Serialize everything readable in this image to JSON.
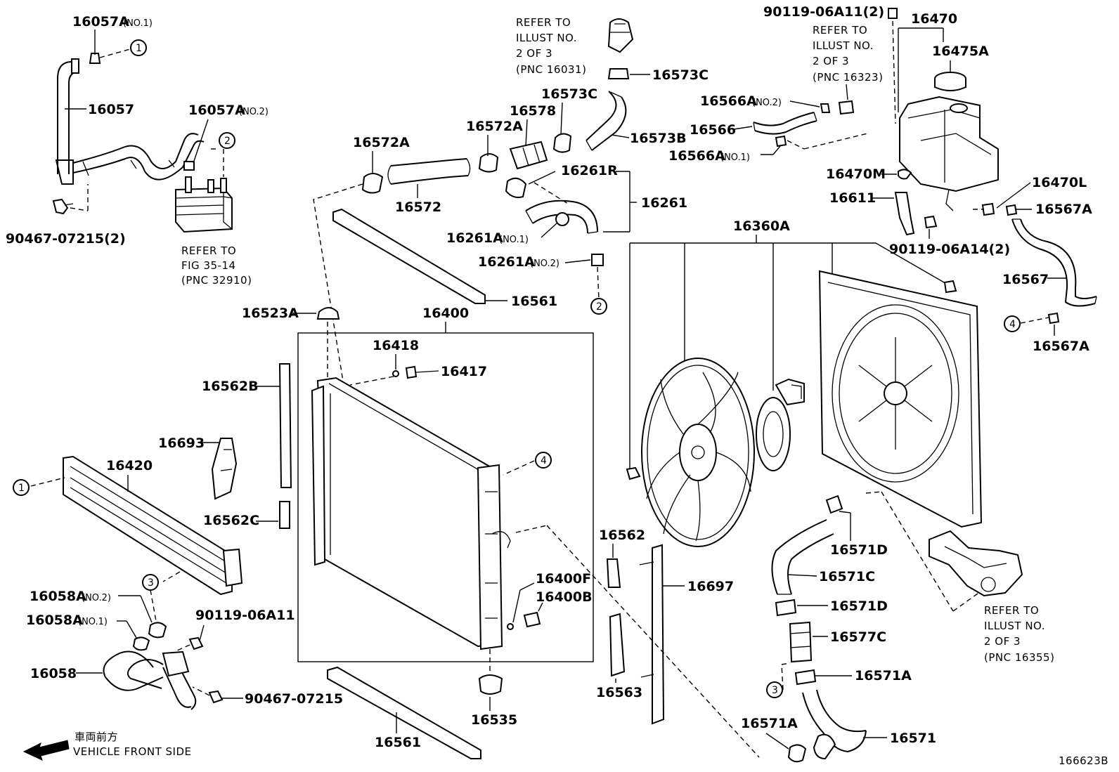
{
  "labels": {
    "p16057A_1": "16057A",
    "p16057A_1_note": "(NO.1)",
    "p16057": "16057",
    "p16057A_2": "16057A",
    "p16057A_2_note": "(NO.2)",
    "p90467_2": "90467-07215(2)",
    "p16572A_l": "16572A",
    "p16572": "16572",
    "p16572A_r": "16572A",
    "p16578": "16578",
    "p16573C_m": "16573C",
    "p16573C_t": "16573C",
    "p16573B": "16573B",
    "p16261R": "16261R",
    "p16261": "16261",
    "p16261A_1": "16261A",
    "p16261A_1_note": "(NO.1)",
    "p16261A_2": "16261A",
    "p16261A_2_note": "(NO.2)",
    "p16561_t": "16561",
    "p16523A": "16523A",
    "p16400": "16400",
    "p16418": "16418",
    "p16417": "16417",
    "p16562B": "16562B",
    "p16693": "16693",
    "p16420": "16420",
    "p16562C": "16562C",
    "p16058A_2": "16058A",
    "p16058A_2_note": "(NO.2)",
    "p16058A_1": "16058A",
    "p16058A_1_note": "(NO.1)",
    "p90119_06A11": "90119-06A11",
    "p16058": "16058",
    "p90467": "90467-07215",
    "p16400F": "16400F",
    "p16400B": "16400B",
    "p16535": "16535",
    "p16561_b": "16561",
    "p16562": "16562",
    "p16563": "16563",
    "p16697": "16697",
    "p16360A": "16360A",
    "p16566A_2": "16566A",
    "p16566A_2_note": "(NO.2)",
    "p16566": "16566",
    "p16566A_1": "16566A",
    "p16566A_1_note": "(NO.1)",
    "p90119_06A11_2": "90119-06A11(2)",
    "p16470": "16470",
    "p16475A": "16475A",
    "p16470M": "16470M",
    "p16611": "16611",
    "p16470L": "16470L",
    "p16567A_t": "16567A",
    "p90119_06A14": "90119-06A14(2)",
    "p16567": "16567",
    "p16567A_b": "16567A",
    "p16571D_t": "16571D",
    "p16571C": "16571C",
    "p16571D_b": "16571D",
    "p16577C": "16577C",
    "p16571A_r": "16571A",
    "p16571A_l": "16571A",
    "p16571": "16571",
    "diagram_id": "166623B",
    "front_jp": "車両前方",
    "front_en": "VEHICLE FRONT SIDE"
  },
  "refer_notes": {
    "thermostat": [
      "REFER TO",
      "ILLUST NO.",
      "2 OF 3",
      "(PNC 16031)"
    ],
    "reservoir": [
      "REFER TO",
      "ILLUST NO.",
      "2 OF 3",
      "(PNC 16323)"
    ],
    "oil_cooler": [
      "REFER TO",
      "FIG 35-14",
      "(PNC 32910)"
    ],
    "inlet": [
      "REFER TO",
      "ILLUST NO.",
      "2 OF 3",
      "(PNC 16355)"
    ]
  },
  "connection_markers": [
    "1",
    "2",
    "3",
    "4"
  ],
  "icons": [
    "hose-icon",
    "radiator-icon",
    "fan-blade-icon",
    "fan-motor-icon",
    "fan-shroud-icon",
    "reservoir-tank-icon",
    "clamp-icon",
    "bolt-icon",
    "oil-cooler-icon",
    "arrow-left-icon"
  ]
}
